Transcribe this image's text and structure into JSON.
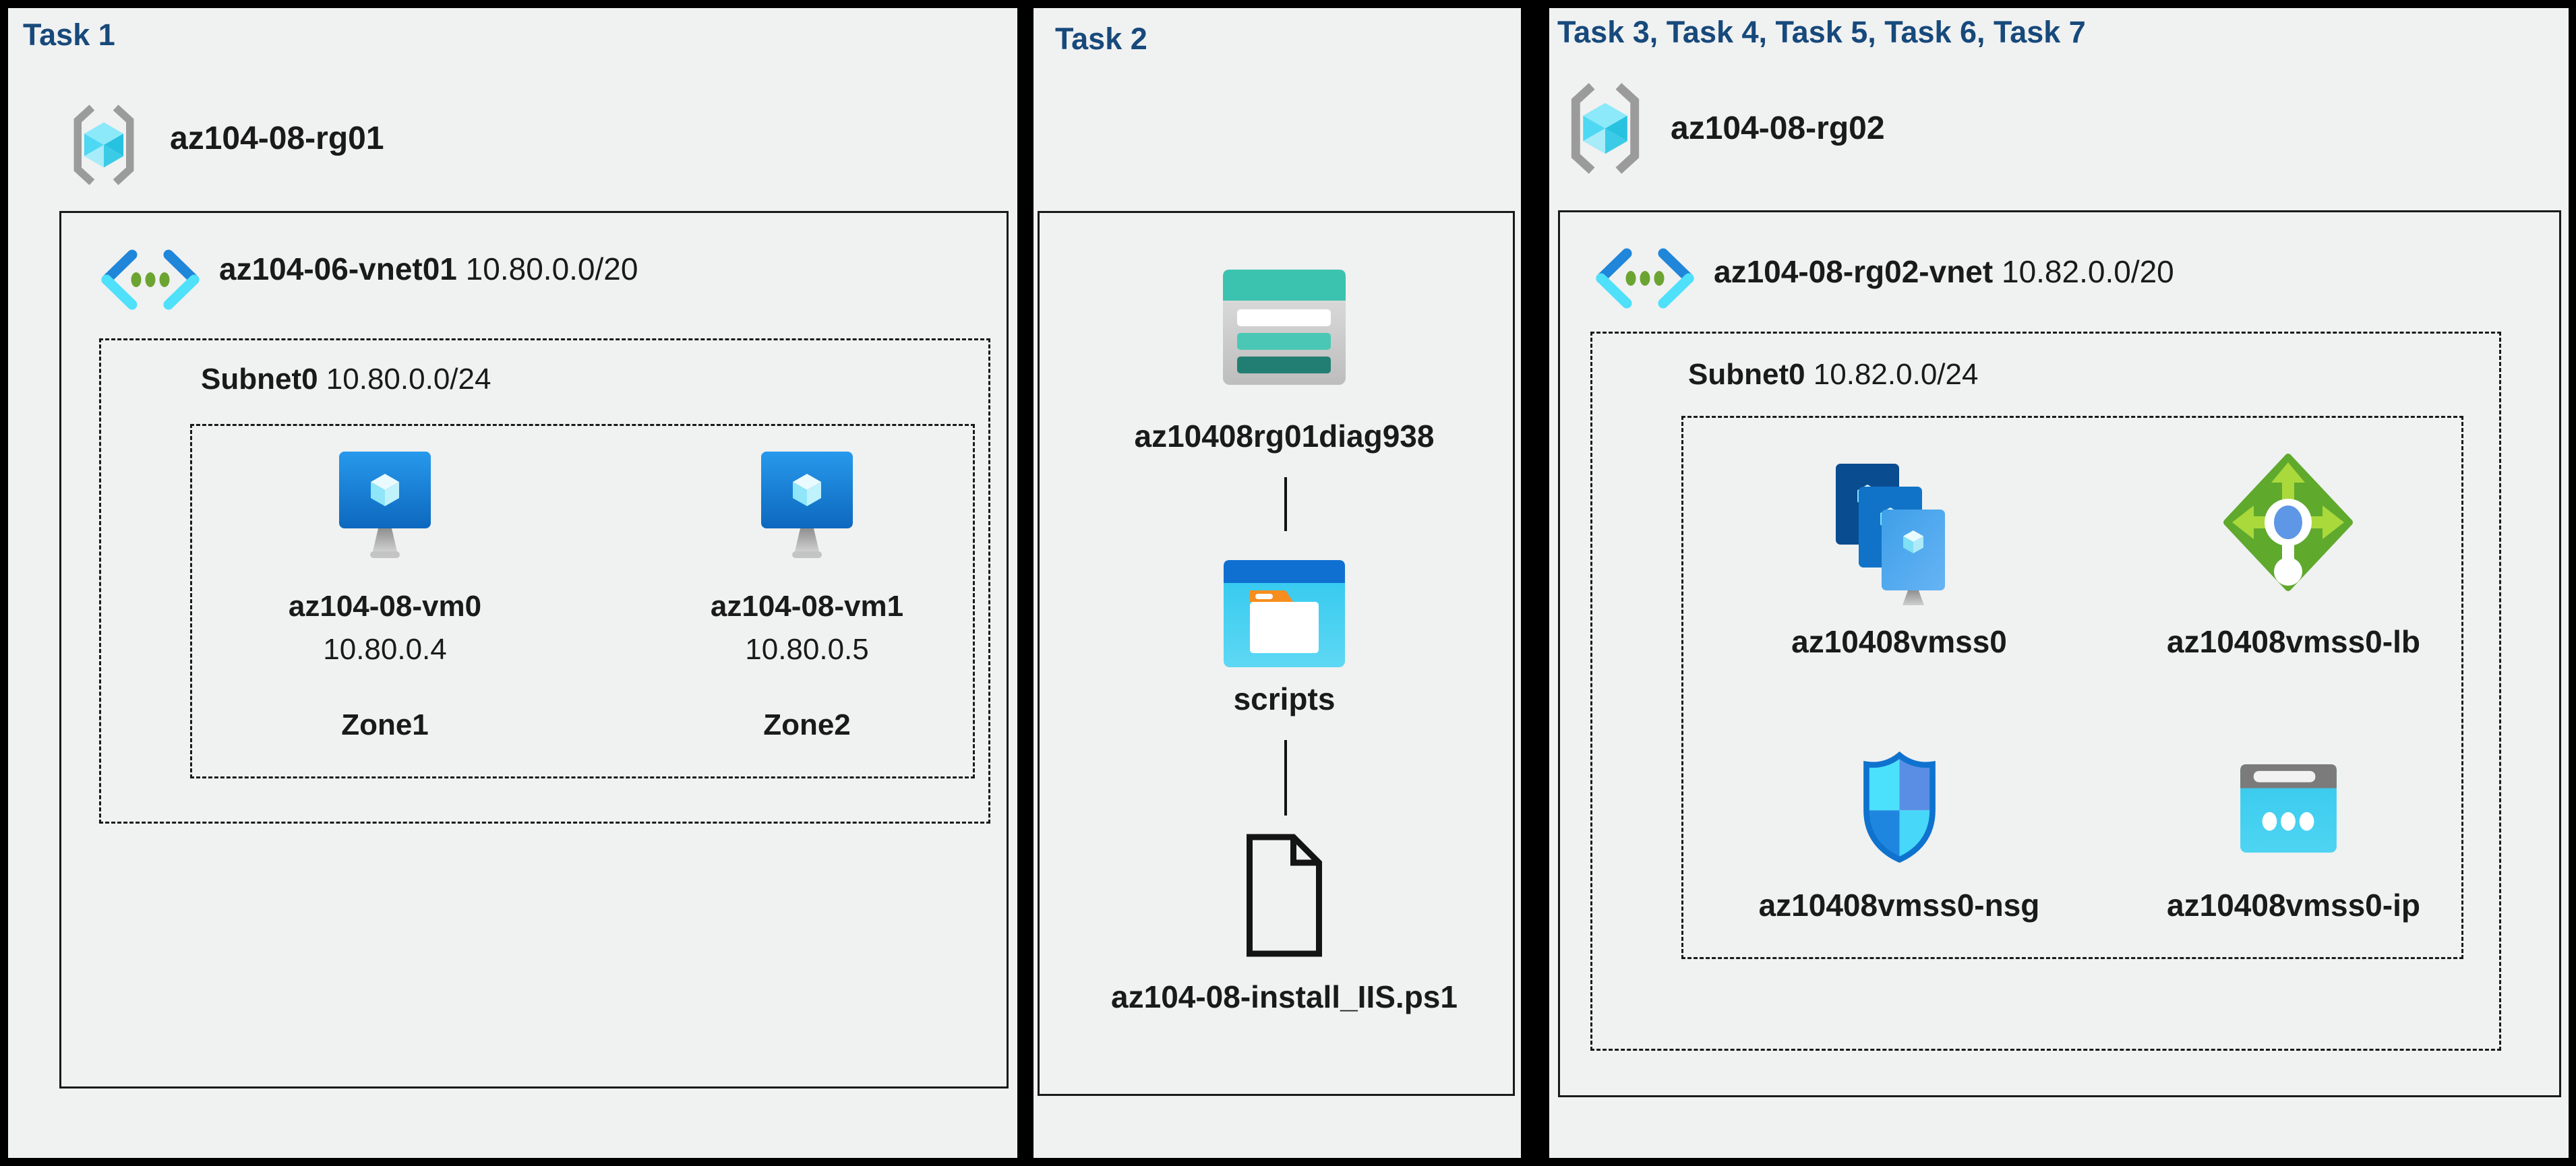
{
  "panels": [
    {
      "title": "Task 1",
      "resource_group": {
        "name": "az104-08-rg01",
        "icon": "resource-group-icon"
      },
      "vnet": {
        "name": "az104-06-vnet01",
        "cidr": "10.80.0.0/20",
        "icon": "virtual-network-icon"
      },
      "subnet": {
        "name": "Subnet0",
        "cidr": "10.80.0.0/24"
      },
      "vms": [
        {
          "name": "az104-08-vm0",
          "ip": "10.80.0.4",
          "zone": "Zone1",
          "icon": "virtual-machine-icon"
        },
        {
          "name": "az104-08-vm1",
          "ip": "10.80.0.5",
          "zone": "Zone2",
          "icon": "virtual-machine-icon"
        }
      ]
    },
    {
      "title": "Task 2",
      "storage_account": {
        "name": "az10408rg01diag938",
        "icon": "storage-account-icon"
      },
      "container": {
        "name": "scripts",
        "icon": "blob-container-icon"
      },
      "file": {
        "name": "az104-08-install_IIS.ps1",
        "icon": "file-icon"
      }
    },
    {
      "title": "Task 3, Task 4, Task 5, Task 6, Task 7",
      "resource_group": {
        "name": "az104-08-rg02",
        "icon": "resource-group-icon"
      },
      "vnet": {
        "name": "az104-08-rg02-vnet",
        "cidr": "10.82.0.0/20",
        "icon": "virtual-network-icon"
      },
      "subnet": {
        "name": "Subnet0",
        "cidr": "10.82.0.0/24"
      },
      "resources": [
        {
          "name": "az10408vmss0",
          "icon": "vm-scale-set-icon"
        },
        {
          "name": "az10408vmss0-lb",
          "icon": "load-balancer-icon"
        },
        {
          "name": "az10408vmss0-nsg",
          "icon": "network-security-group-icon"
        },
        {
          "name": "az10408vmss0-ip",
          "icon": "public-ip-icon"
        }
      ]
    }
  ],
  "colors": {
    "background": "#000000",
    "panel_background": "#f0f1f1",
    "title_navy": "#17497b",
    "text": "#1a1a1a",
    "vm_blue": "#1b8ae0",
    "crystal_cyan": "#8ce9fa",
    "vnet_blue": "#1f86da",
    "vnet_cyan": "#4fe0fa",
    "vnet_green_dot": "#6ca431",
    "storage_teal": "#3bc3af",
    "storage_teal_dark": "#227e72",
    "folder_orange": "#f68d1e",
    "container_cyan": "#2ec7ee",
    "container_blue_band": "#0f70d1",
    "lb_green": "#5fa92d",
    "lb_arrow_green": "#a9d93b",
    "lb_center_blue": "#5e97e5",
    "shield_border_blue": "#0f72ce",
    "ip_gray": "#7b7b7b",
    "ip_cyan": "#36c9ed",
    "bracket_gray": "#9b9b9b"
  }
}
